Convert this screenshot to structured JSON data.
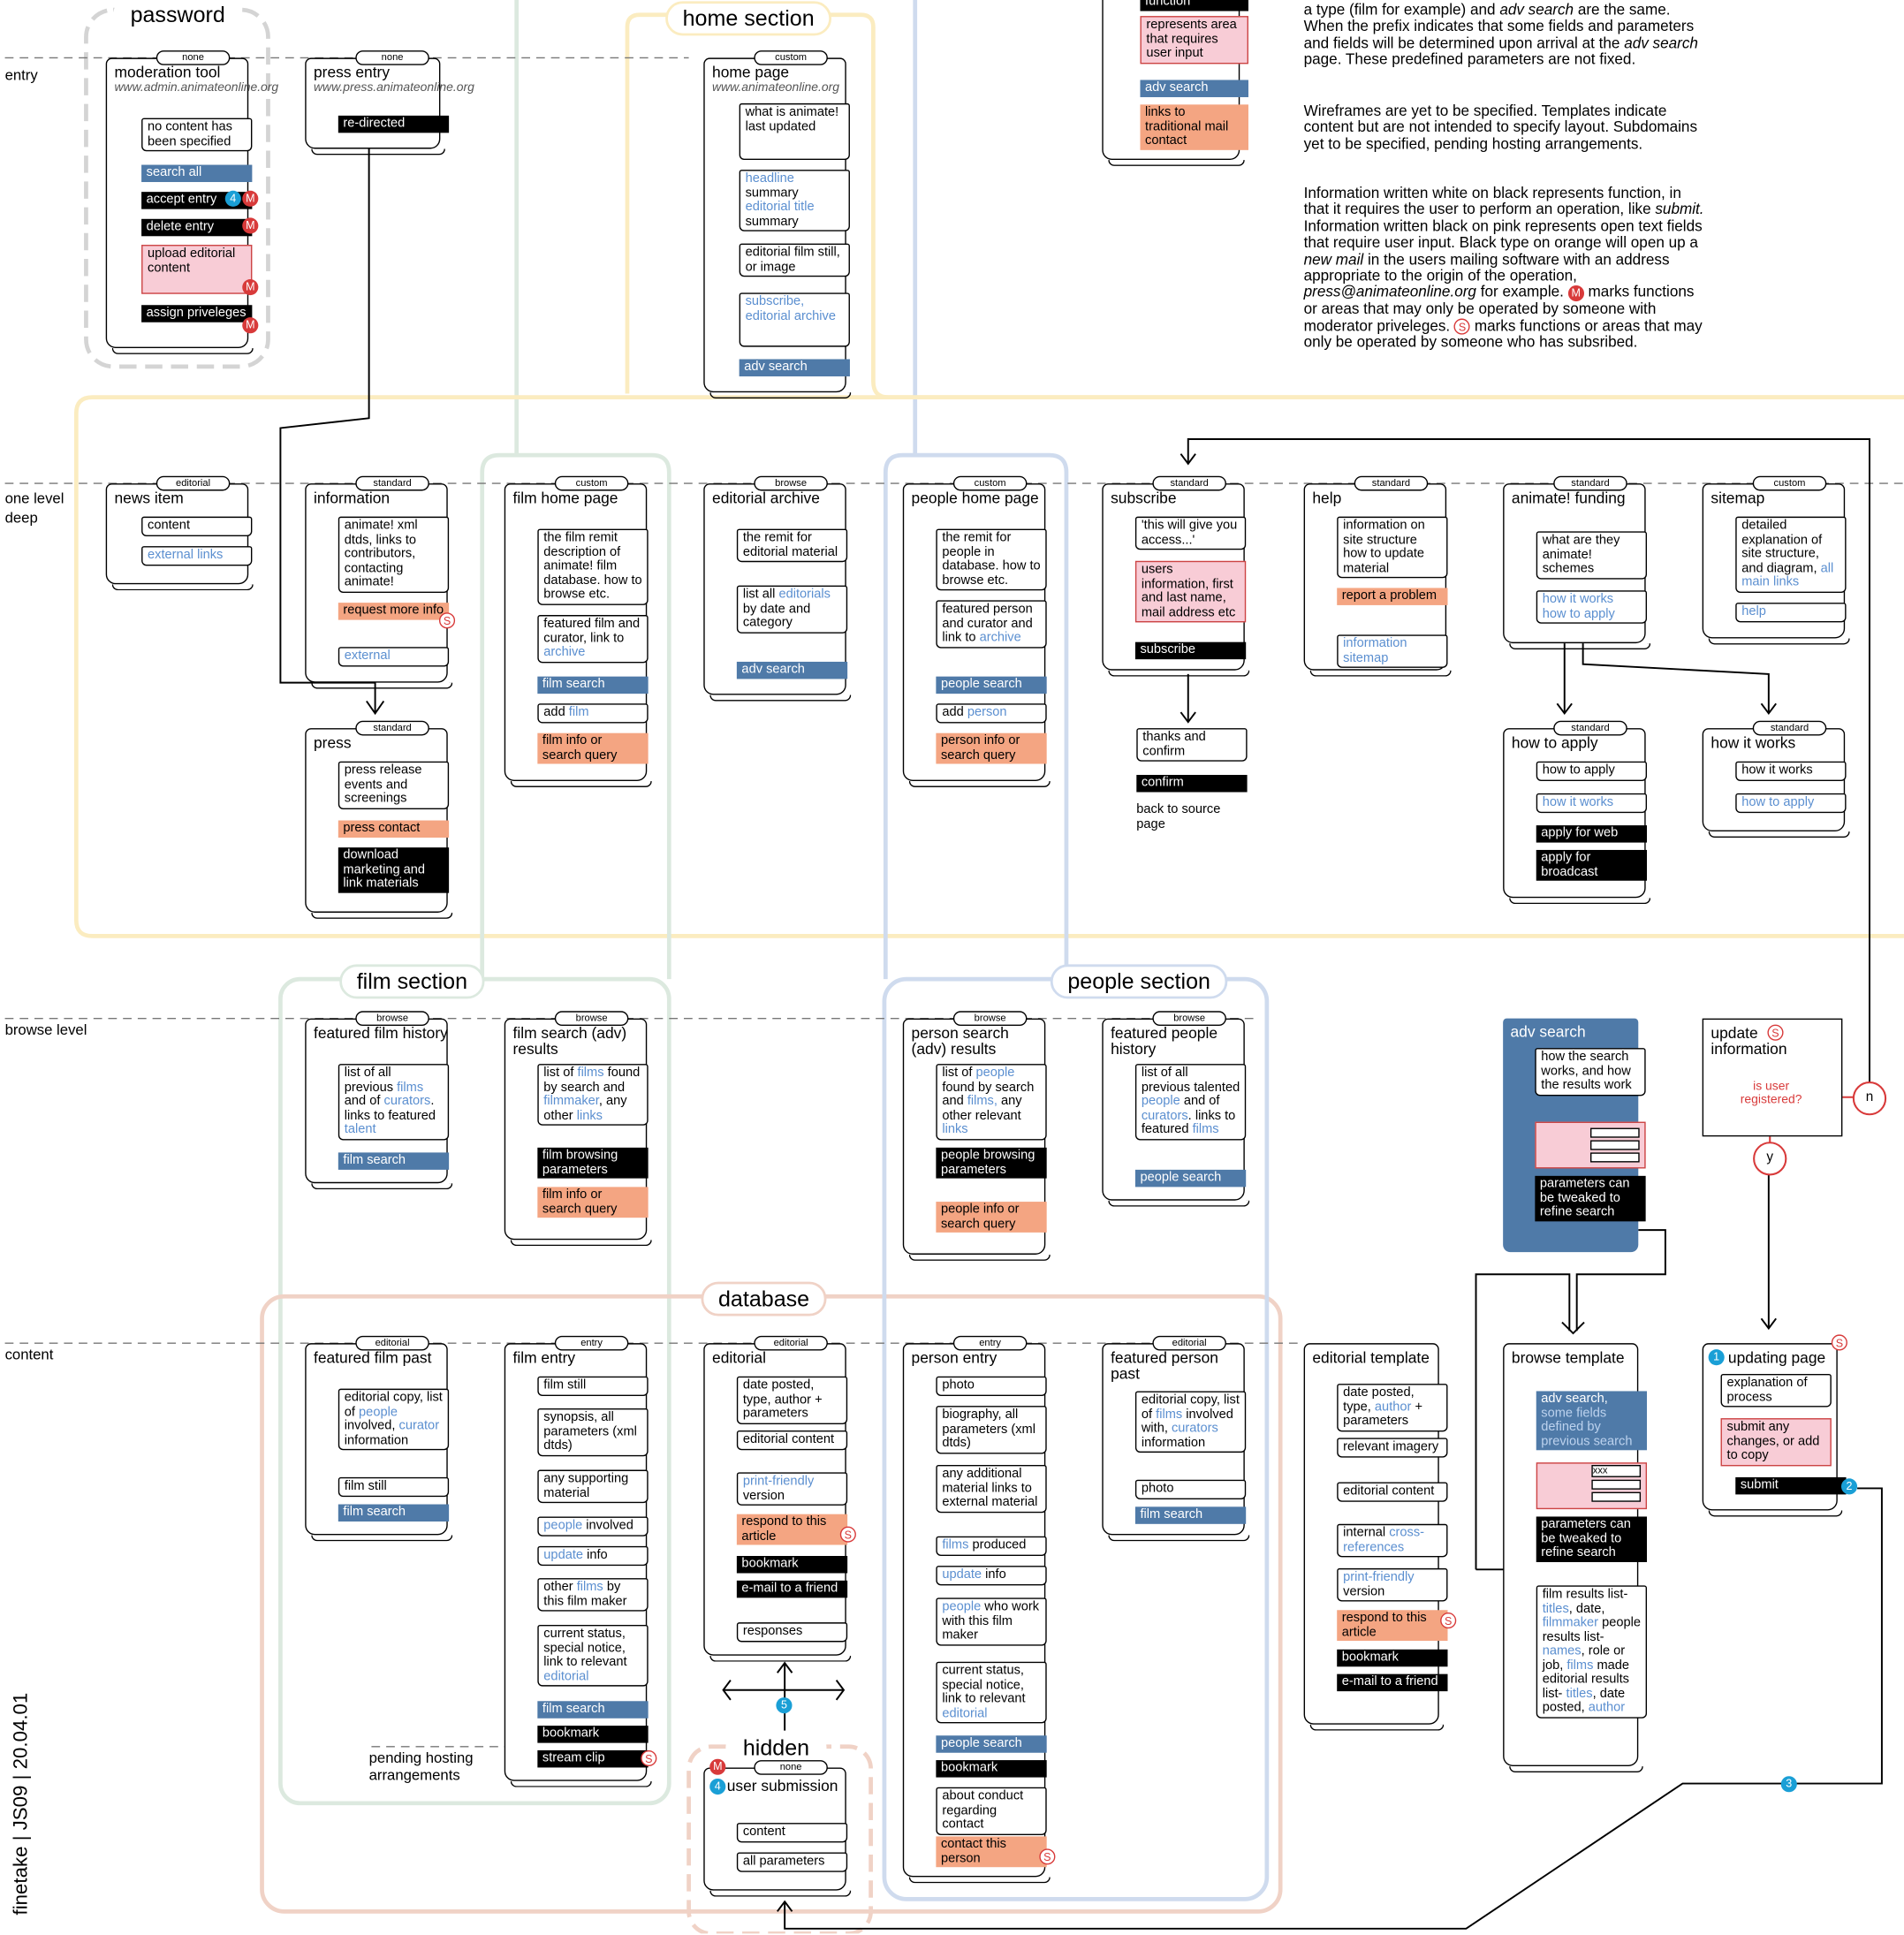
{
  "levels": {
    "entry": "entry",
    "one_level": "one level",
    "deep": "deep",
    "browse": "browse level",
    "content": "content"
  },
  "sections": {
    "password": "password",
    "home": "home section",
    "film": "film section",
    "people": "people section",
    "database": "database",
    "hidden": "hidden"
  },
  "pending": "pending hosting arrangements",
  "footer": "finetake | JS09 | 20.04.01",
  "legend": {
    "p1": "a type (film for example) and",
    "p1b": "are the same. When the prefix indicates that some fields and parameters and fields will be determined upon arrival at the",
    "p1c": "page. These predefined parameters are not fixed.",
    "adv": "adv search",
    "p2": "Wireframes are yet to be specified. Templates indicate content but are not intended to specify layout. Subdomains yet to be specified, pending hosting arrangements.",
    "p3a": "Information written white on black represents function, in that it requires the user to perform an operation, like",
    "submit": "submit.",
    "p3b": "Information written black on pink represents open text fields that require user input. Black type on orange will open up a",
    "newmail": "new mail",
    "p3c": "in the users mailing software with an address appropriate to the origin of the operation,",
    "email": "press@animateonline.org",
    "p3d": "for example.",
    "p3e": "marks functions or areas that may only be operated by someone with moderator priveleges.",
    "p3f": "marks functions or areas that may only be operated by someone who has subsribed.",
    "fn": "function",
    "input": "represents area that requires user input",
    "mail": "links to traditional mail contact"
  },
  "marks": {
    "M": "M",
    "S": "S",
    "n": "n",
    "y": "y",
    "q": "is user registered?",
    "one": "1",
    "two": "2",
    "three": "3",
    "four": "4",
    "five": "5"
  },
  "t": {
    "none": "none",
    "custom": "custom",
    "standard": "standard",
    "editorial": "editorial",
    "browse": "browse",
    "entry": "entry",
    "modtool": "moderation tool",
    "modurl": "www.admin.animateonline.org",
    "nocontent": "no content has been specified",
    "searchall": "search all",
    "acceptentry": "accept entry",
    "deleteentry": "delete entry",
    "upload": "upload editorial content",
    "assign": "assign priveleges",
    "pressentry": "press entry",
    "pressurl": "www.press.animateonline.org",
    "redirected": "re-directed",
    "homepage": "home page",
    "homeurl": "www.animateonline.org",
    "whatis": "what is animate! last updated",
    "headline": "headline",
    "summary": "summary",
    "edtitle": "editorial title",
    "summary2": "summary",
    "edfilm": "editorial film still, or image",
    "subscribe_link": "subscribe, editorial archive",
    "advsearch": "adv search",
    "newsitem": "news item",
    "content": "content",
    "extlinks": "external links",
    "information": "information",
    "infotext": "animate! xml dtds, links to contributors, contacting animate!",
    "requestinfo": "request more info",
    "external": "external",
    "press": "press",
    "pressrelease": "press release events and screenings",
    "presscontact": "press contact",
    "download": "download marketing and link materials",
    "filmhome": "film home page",
    "filmremit": "the film remit description of animate! film database. how to browse etc.",
    "featfilm1": "featured film and curator, link to",
    "archive": "archive",
    "filmsearch": "film search",
    "addfilm": "add",
    "film": "film",
    "filminfo": "film info or search query",
    "edarchive": "editorial archive",
    "remitedit": "the remit for editorial material",
    "listall1": "list all",
    "editorials": "editorials",
    "listall2": "by date and category",
    "peoplehome": "people home page",
    "peopleremit": "the remit for people in database. how to browse etc.",
    "featperson": "featured person and curator and link to",
    "peoplesearch": "people search",
    "addperson": "add",
    "person": "person",
    "personinfo": "person info or search query",
    "subscribe": "subscribe",
    "willgive": "'this will give you access...'",
    "usersinfo": "users information, first and last name, mail address etc",
    "subscribebtn": "subscribe",
    "thanks": "thanks and confirm",
    "confirm": "confirm",
    "backto": "back to source page",
    "help": "help",
    "helpinfo": "information on site structure how to update material",
    "report": "report a problem",
    "infositemap": "information sitemap",
    "funding": "animate! funding",
    "whatschemes": "what are they animate! schemes",
    "howworks": "how it works",
    "howapply": "how to apply",
    "applyweb": "apply for web",
    "applybroadcast": "apply for broadcast",
    "sitemap": "sitemap",
    "sitemapdet": "detailed explanation of site structure, and diagram,",
    "allmain": "all main links",
    "helplink": "help",
    "featfilmhist": "featured film history",
    "listprev1": "list of all previous",
    "films": "films",
    "andof": "and of",
    "curators": "curators",
    "linksfeat": "links to featured",
    "talent": "talent",
    "filmsearchres": "film search",
    "adv": "(adv)",
    "results": "results",
    "listof": "list of",
    "foundby": "found by search and",
    "filmmaker": "filmmaker",
    "anyother": ", any other",
    "links": "links",
    "filmbrowse": "film browsing parameters",
    "personsearch": "person search",
    "people": "people",
    "films_comma": "films,",
    "anyotherrel": "any other relevant",
    "peoplebrowse": "people browsing parameters",
    "peopleinfo": "people info or search query",
    "featpeoplehist": "featured people history",
    "talented": "talented",
    "linksfeat2": "links to featured",
    "advsearchbox": "adv search",
    "howsearch": "how the search works, and how the results work",
    "params": "parameters can be tweaked to refine search",
    "updateinfo": "update information",
    "featfilmpast": "featured film past",
    "edcopy1": "editorial copy, list of",
    "involved": "involved,",
    "curator": "curator",
    "information_w": "information",
    "filmstill": "film still",
    "filmentry": "film entry",
    "synopsis": "synopsis, all parameters (xml dtds)",
    "supporting": "any supporting material",
    "involved2": "involved",
    "update": "update",
    "info": "info",
    "otherfilms1": "other",
    "otherfilms2": "by this film maker",
    "currentstatus": "current status, special notice, link to relevant",
    "editorial_link": "editorial",
    "bookmark": "bookmark",
    "streamclip": "stream clip",
    "dateposted": "date posted, type, author + parameters",
    "edcontent": "editorial content",
    "printfriendly": "print-friendly",
    "version": "version",
    "respond": "respond to this article",
    "emailfriend": "e-mail to a friend",
    "responses": "responses",
    "personentry": "person entry",
    "photo": "photo",
    "biography": "biography, all parameters (xml dtds)",
    "anyadditional": "any additional material links to external material",
    "produced": "produced",
    "whowork": "who work with this film maker",
    "aboutconduct": "about conduct regarding contact",
    "contactperson": "contact this person",
    "featpersonpast": "featured person past",
    "edcopy2": "editorial copy, list of",
    "involvedwith": "involved with,",
    "information2": "information",
    "edtemplate": "editorial template",
    "dateposted2": "date posted, type,",
    "author": "author",
    "params2": "+ parameters",
    "relimagery": "relevant imagery",
    "internal": "internal",
    "crossref": "cross-references",
    "browsetemplate": "browse template",
    "advsearch2": "adv search,",
    "somefields": "some fields defined by previous search",
    "xxx": "xxx",
    "filmresults": "film results list-",
    "titles": "titles",
    "date": "date,",
    "peopleresults": "people results list-",
    "names": "names",
    "rolejob": "role or job,",
    "made": "made",
    "edresults": "editorial results list-",
    "dateposted3": "date posted,",
    "updatingpage": "updating page",
    "explanation": "explanation of process",
    "submitchanges": "submit any changes, or add to copy",
    "submit": "submit",
    "usersub": "user submission",
    "allparams": "all parameters"
  }
}
